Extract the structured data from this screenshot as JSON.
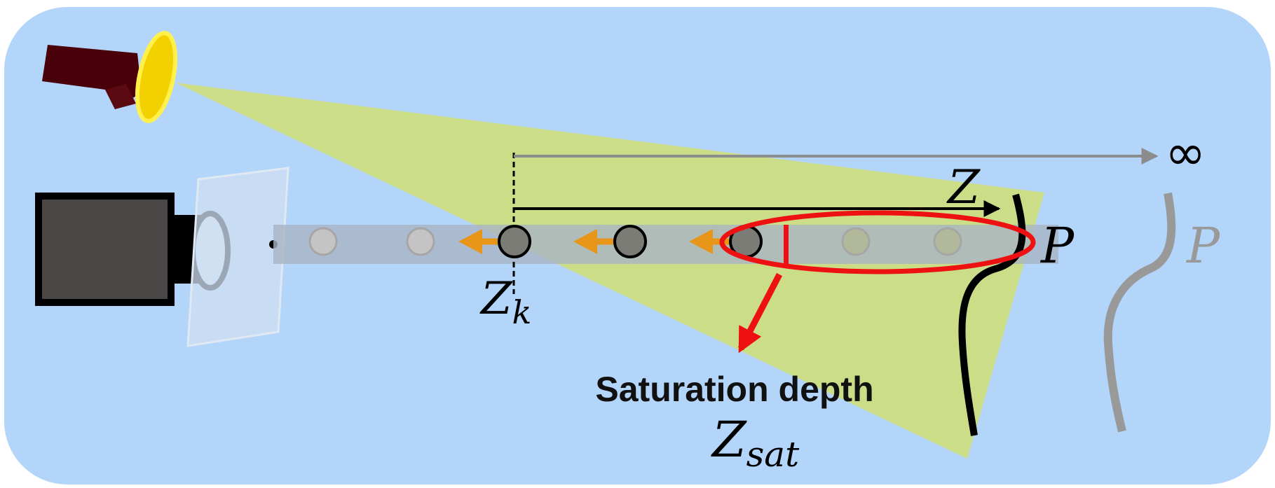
{
  "labels": {
    "infinity": "∞",
    "z": "Z",
    "z_k_base": "Z",
    "z_k_sub": "k",
    "p_surface": "P",
    "p_far": "P",
    "saturation_title": "Saturation depth",
    "z_sat_base": "Z",
    "z_sat_sub": "sat"
  },
  "colors": {
    "background": "#b3d5fa",
    "light_cone": "#ccdd88",
    "ray_band": "#a9b4c4",
    "saturation": "#ee1111",
    "step_arrow": "#e8961a",
    "surface": "#000000",
    "far_surface": "#999999",
    "projector_body": "#4a0008",
    "projector_lens": "#f3d000",
    "camera_body": "#4a4747"
  },
  "icons": {
    "projector": "projector-icon",
    "camera": "camera-icon"
  }
}
